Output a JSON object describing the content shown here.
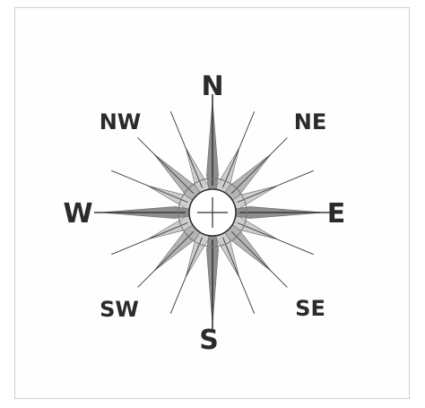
{
  "compass": {
    "north": "N",
    "northeast": "NE",
    "east": "E",
    "southeast": "SE",
    "south": "S",
    "southwest": "SW",
    "west": "W",
    "northwest": "NW"
  },
  "colors": {
    "cardinal_fill": "#8e8e8e",
    "intercardinal_fill": "#b4b4b4",
    "minor_fill": "#cdcdcd",
    "line": "#3a3a3a",
    "text": "#2b2b2b"
  }
}
